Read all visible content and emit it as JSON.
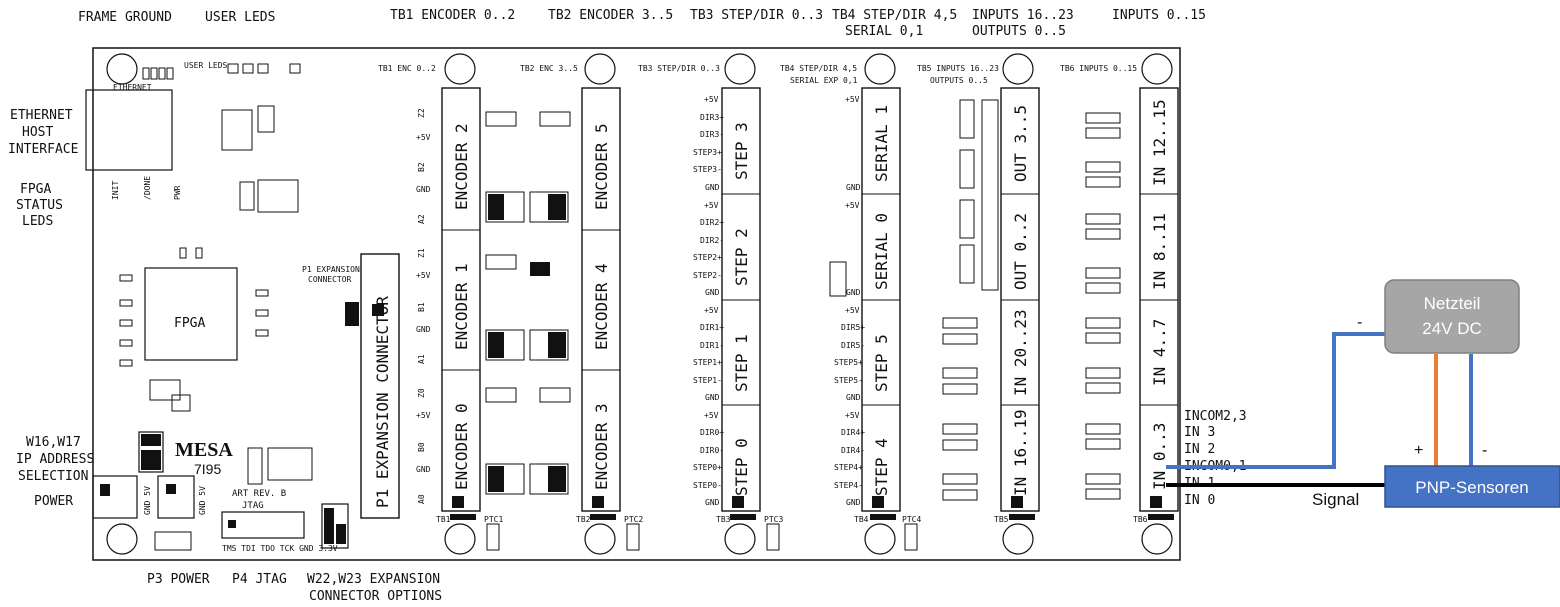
{
  "top_labels": {
    "frame_ground": "FRAME GROUND",
    "user_leds": "USER LEDS",
    "tb1": "TB1 ENCODER 0..2",
    "tb2": "TB2 ENCODER 3..5",
    "tb3": "TB3 STEP/DIR 0..3",
    "tb4_l1": "TB4 STEP/DIR 4,5",
    "tb4_l2": "SERIAL 0,1",
    "inputs_16_l1": "INPUTS 16..23",
    "inputs_16_l2": "OUTPUTS 0..5",
    "inputs_0": "INPUTS 0..15"
  },
  "left_labels": {
    "ethernet_l1": "ETHERNET",
    "ethernet_l2": "HOST",
    "ethernet_l3": "INTERFACE",
    "fpga_l1": "FPGA",
    "fpga_l2": "STATUS",
    "fpga_l3": "LEDS",
    "w16_l1": "W16,W17",
    "w16_l2": "IP ADDRESS",
    "w16_l3": "SELECTION",
    "power": "POWER"
  },
  "bottom_labels": {
    "p3": "P3 POWER",
    "p4": "P4 JTAG",
    "w22_l1": "W22,W23 EXPANSION",
    "w22_l2": "CONNECTOR OPTIONS"
  },
  "board": {
    "tb1_ref": "TB1 ENC 0..2",
    "tb2_ref": "TB2 ENC 3..5",
    "tb3_ref": "TB3 STEP/DIR 0..3",
    "tb4_ref_l1": "TB4 STEP/DIR 4,5",
    "tb4_ref_l2": "SERIAL EXP 0,1",
    "tb5_ref_l1": "TB5 INPUTS 16..23",
    "tb5_ref_l2": "OUTPUTS 0..5",
    "tb6_ref": "TB6 INPUTS 0..15",
    "user_leds": "USER LEDS",
    "ethernet": "ETHERNET",
    "fpga": "FPGA",
    "logo": "MESA",
    "model": "7I95",
    "art_rev": "ART REV. B",
    "jtag": "JTAG",
    "jtag_pins": "TMS TDI TDO TCK GND 3.3V",
    "p1_exp": "P1 EXPANSION",
    "p1_conn": "CONNECTOR",
    "p1_big": "P1 EXPANSION CONNECTOR",
    "gnd5v_a": "GND 5V",
    "gnd5v_b": "GND 5V",
    "status_init": "INIT",
    "status_done": "/DONE",
    "status_pwr": "PWR"
  },
  "encoder_blocks": [
    "ENCODER 2",
    "ENCODER 1",
    "ENCODER 0",
    "ENCODER 5",
    "ENCODER 4",
    "ENCODER 3"
  ],
  "step_blocks": [
    "STEP 3",
    "STEP 2",
    "STEP 1",
    "STEP 0"
  ],
  "tb4_blocks": [
    "SERIAL 1",
    "SERIAL 0",
    "STEP 5",
    "STEP 4"
  ],
  "tb5_blocks": [
    "OUT 3..5",
    "OUT 0..2",
    "IN 20..23",
    "IN 16..19"
  ],
  "tb6_blocks": [
    "IN 12..15",
    "IN 8..11",
    "IN 4..7",
    "IN 0..3"
  ],
  "enc_pins": [
    "Z2",
    "+5V",
    "B2",
    "GND",
    "A2",
    "Z1",
    "+5V",
    "B1",
    "GND",
    "A1",
    "Z0",
    "+5V",
    "B0",
    "GND",
    "A0"
  ],
  "tb3_pins": [
    "+5V",
    "DIR3+",
    "DIR3-",
    "STEP3+",
    "STEP3-",
    "GND",
    "+5V",
    "DIR2+",
    "DIR2-",
    "STEP2+",
    "STEP2-",
    "GND",
    "+5V",
    "DIR1+",
    "DIR1-",
    "STEP1+",
    "STEP1-",
    "GND",
    "+5V",
    "DIR0+",
    "DIR0-",
    "STEP0+",
    "STEP0-",
    "GND"
  ],
  "tb4_pins": [
    "+5V",
    "GND",
    "+5V",
    "GND",
    "+5V",
    "DIR5+",
    "DIR5-",
    "STEP5+",
    "STEP5-",
    "GND",
    "+5V",
    "DIR4+",
    "DIR4-",
    "STEP4+",
    "STEP4-",
    "GND"
  ],
  "tb_bottom": [
    "TB1",
    "PTC1",
    "TB2",
    "PTC2",
    "TB3",
    "PTC3",
    "TB4",
    "PTC4",
    "TB5",
    "TB6"
  ],
  "wiring": {
    "pins": [
      "INCOM2,3",
      "IN 3",
      "IN 2",
      "INCOM0,1",
      "IN 1",
      "IN 0"
    ],
    "power_supply_l1": "Netzteil",
    "power_supply_l2": "24V DC",
    "sensors": "PNP-Sensoren",
    "signal": "Signal",
    "minus_a": "-",
    "plus": "+",
    "minus_b": "-",
    "colors": {
      "psu_fill": "#a6a6a6",
      "sensor_fill": "#4472c4",
      "wire_blue": "#4472c4",
      "wire_orange": "#ed7d31",
      "wire_black": "#000000"
    }
  }
}
